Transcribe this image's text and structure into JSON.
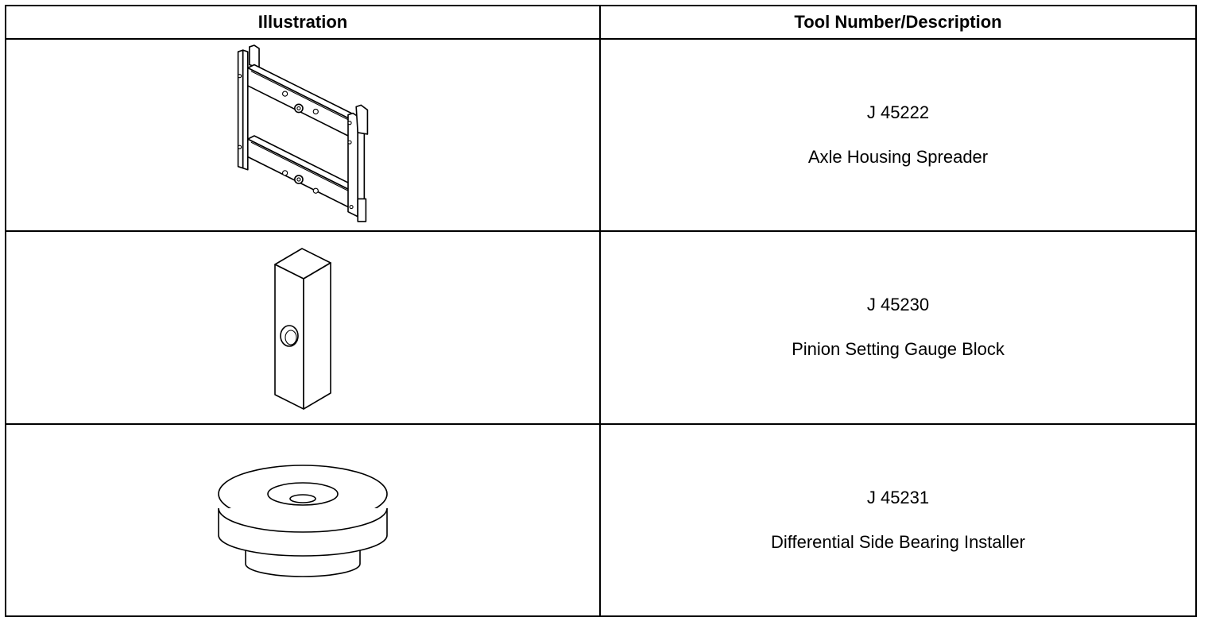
{
  "table": {
    "headers": {
      "illustration": "Illustration",
      "tool": "Tool Number/Description"
    },
    "rows": [
      {
        "number": "J 45222",
        "description": "Axle Housing Spreader",
        "icon": "axle-housing-spreader-illustration"
      },
      {
        "number": "J 45230",
        "description": "Pinion Setting Gauge Block",
        "icon": "pinion-gauge-block-illustration"
      },
      {
        "number": "J 45231",
        "description": "Differential Side Bearing Installer",
        "icon": "side-bearing-installer-illustration"
      }
    ]
  }
}
